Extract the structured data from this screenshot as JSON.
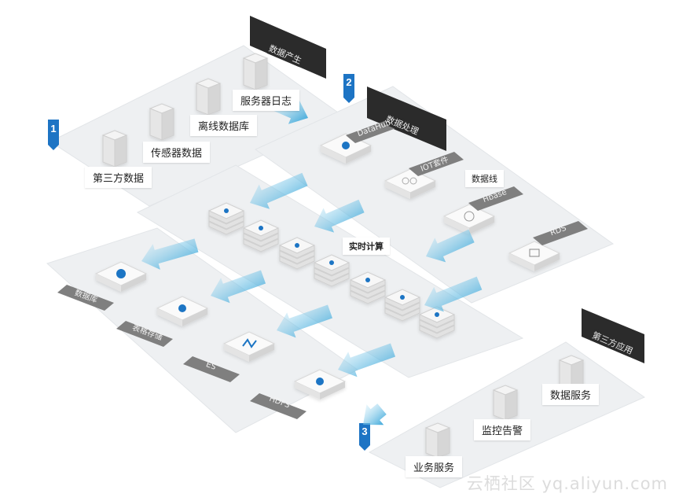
{
  "sources": {
    "header": "数据产生",
    "step": "1",
    "items": [
      "第三方数据",
      "传感器数据",
      "离线数据库",
      "服务器日志"
    ]
  },
  "processing": {
    "header": "数据处理",
    "step": "2",
    "datahub": "DataHub",
    "iot": "IOT套件",
    "dataline": "数据线",
    "hbase": "Hbase",
    "rds": "RDS"
  },
  "realtime": {
    "label": "实时计算"
  },
  "storage": {
    "items": [
      "数据库",
      "表格存储",
      "ES",
      "HDFS"
    ]
  },
  "apps": {
    "header": "第三方应用",
    "step": "3",
    "items": [
      "数据服务",
      "监控告警",
      "业务服务"
    ]
  },
  "colors": {
    "accent_blue": "#1d74c4",
    "arrow_blue": "#3aa8db",
    "platform": "#eef0f2",
    "dark_tag": "#2b2b2b",
    "gray_tag": "#7f7f7f"
  },
  "watermark": "云栖社区 yq.aliyun.com"
}
